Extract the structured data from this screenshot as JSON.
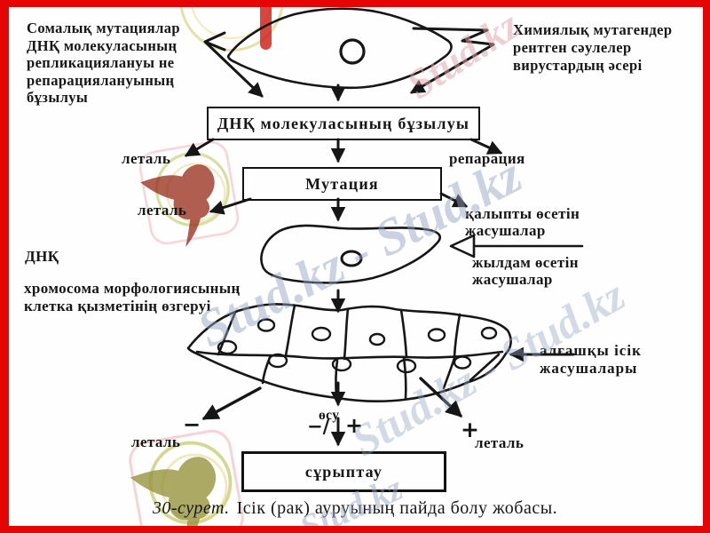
{
  "watermark": {
    "full": "Stud.kz - Stud.kz",
    "short": "Stud.kz"
  },
  "colors": {
    "frame": "#e60505",
    "ink": "#161616",
    "watermark_blue": "#94a5c6",
    "watermark_pink": "#dea0aa"
  },
  "blocks": {
    "somatic_lines": [
      "Сомалық мутациялар",
      "ДНҚ молекуласының",
      "репликациялануы не",
      "репарациялануының",
      "бұзылуы"
    ],
    "chemical_lines": [
      "Химиялық мутагендер",
      "рентген сәулелер",
      "вирустардың әсері"
    ]
  },
  "boxes": {
    "dna": "ДНҚ молекуласының бұзылуы",
    "mutation": "Мутация",
    "selection": "сұрыптау"
  },
  "labels": {
    "lethal": "леталь",
    "reparation": "репарация",
    "normal1": "қалыпты өсетін",
    "normal2": "жасушалар",
    "fast1": "жылдам өсетін",
    "fast2": "жасушалар",
    "dnk": "ДНҚ",
    "chrom1": "хромосома морфологиясының",
    "chrom2": "клетка қызметінің өзгеруі",
    "tumor1": "алғашқы ісік",
    "tumor2": "жасушалары",
    "growth": "өсу",
    "minus_slash": "−/",
    "plus": "+",
    "minus": "−"
  },
  "caption": {
    "num": "30-сурет.",
    "text": "Ісік (рак) ауруының пайда болу жобасы."
  }
}
